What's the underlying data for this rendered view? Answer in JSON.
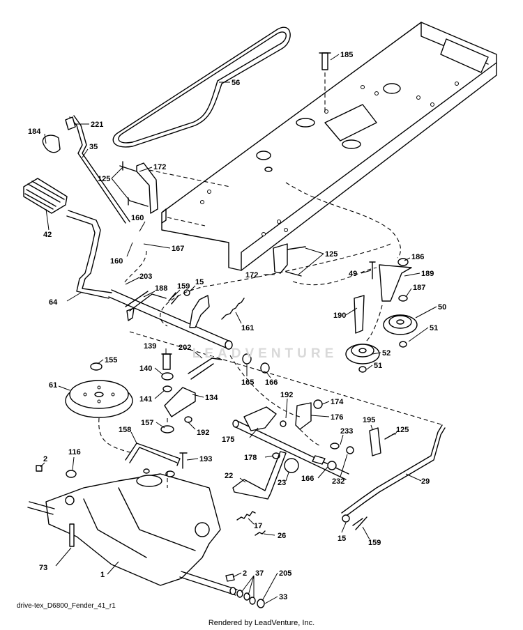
{
  "diagram": {
    "drawing_code": "drive-tex_D6800_Fender_41_r1",
    "credit": "Rendered by LeadVenture, Inc.",
    "watermark": "LEADVENTURE",
    "callouts": [
      {
        "id": "c185",
        "label": "185"
      },
      {
        "id": "c56",
        "label": "56"
      },
      {
        "id": "c221",
        "label": "221"
      },
      {
        "id": "c184",
        "label": "184"
      },
      {
        "id": "c35",
        "label": "35"
      },
      {
        "id": "c172a",
        "label": "172"
      },
      {
        "id": "c125a",
        "label": "125"
      },
      {
        "id": "c42",
        "label": "42"
      },
      {
        "id": "c160a",
        "label": "160"
      },
      {
        "id": "c160b",
        "label": "160"
      },
      {
        "id": "c167",
        "label": "167"
      },
      {
        "id": "c125b",
        "label": "125"
      },
      {
        "id": "c172b",
        "label": "172"
      },
      {
        "id": "c186",
        "label": "186"
      },
      {
        "id": "c49",
        "label": "49"
      },
      {
        "id": "c189",
        "label": "189"
      },
      {
        "id": "c187",
        "label": "187"
      },
      {
        "id": "c64",
        "label": "64"
      },
      {
        "id": "c203",
        "label": "203"
      },
      {
        "id": "c188",
        "label": "188"
      },
      {
        "id": "c159a",
        "label": "159"
      },
      {
        "id": "c15a",
        "label": "15"
      },
      {
        "id": "c161",
        "label": "161"
      },
      {
        "id": "c190",
        "label": "190"
      },
      {
        "id": "c50",
        "label": "50"
      },
      {
        "id": "c51a",
        "label": "51"
      },
      {
        "id": "c139",
        "label": "139"
      },
      {
        "id": "c202",
        "label": "202"
      },
      {
        "id": "c155",
        "label": "155"
      },
      {
        "id": "c52",
        "label": "52"
      },
      {
        "id": "c51b",
        "label": "51"
      },
      {
        "id": "c140",
        "label": "140"
      },
      {
        "id": "c165",
        "label": "165"
      },
      {
        "id": "c166a",
        "label": "166"
      },
      {
        "id": "c61",
        "label": "61"
      },
      {
        "id": "c141",
        "label": "141"
      },
      {
        "id": "c134",
        "label": "134"
      },
      {
        "id": "c192a",
        "label": "192"
      },
      {
        "id": "c174",
        "label": "174"
      },
      {
        "id": "c157",
        "label": "157"
      },
      {
        "id": "c192b",
        "label": "192"
      },
      {
        "id": "c176",
        "label": "176"
      },
      {
        "id": "c195",
        "label": "195"
      },
      {
        "id": "c125c",
        "label": "125"
      },
      {
        "id": "c175",
        "label": "175"
      },
      {
        "id": "c158",
        "label": "158"
      },
      {
        "id": "c233",
        "label": "233"
      },
      {
        "id": "c2a",
        "label": "2"
      },
      {
        "id": "c116",
        "label": "116"
      },
      {
        "id": "c193",
        "label": "193"
      },
      {
        "id": "c178",
        "label": "178"
      },
      {
        "id": "c22",
        "label": "22"
      },
      {
        "id": "c23",
        "label": "23"
      },
      {
        "id": "c166b",
        "label": "166"
      },
      {
        "id": "c232",
        "label": "232"
      },
      {
        "id": "c29",
        "label": "29"
      },
      {
        "id": "c17",
        "label": "17"
      },
      {
        "id": "c26",
        "label": "26"
      },
      {
        "id": "c15b",
        "label": "15"
      },
      {
        "id": "c159b",
        "label": "159"
      },
      {
        "id": "c73",
        "label": "73"
      },
      {
        "id": "c1",
        "label": "1"
      },
      {
        "id": "c2b",
        "label": "2"
      },
      {
        "id": "c37",
        "label": "37"
      },
      {
        "id": "c205",
        "label": "205"
      },
      {
        "id": "c33",
        "label": "33"
      }
    ]
  }
}
